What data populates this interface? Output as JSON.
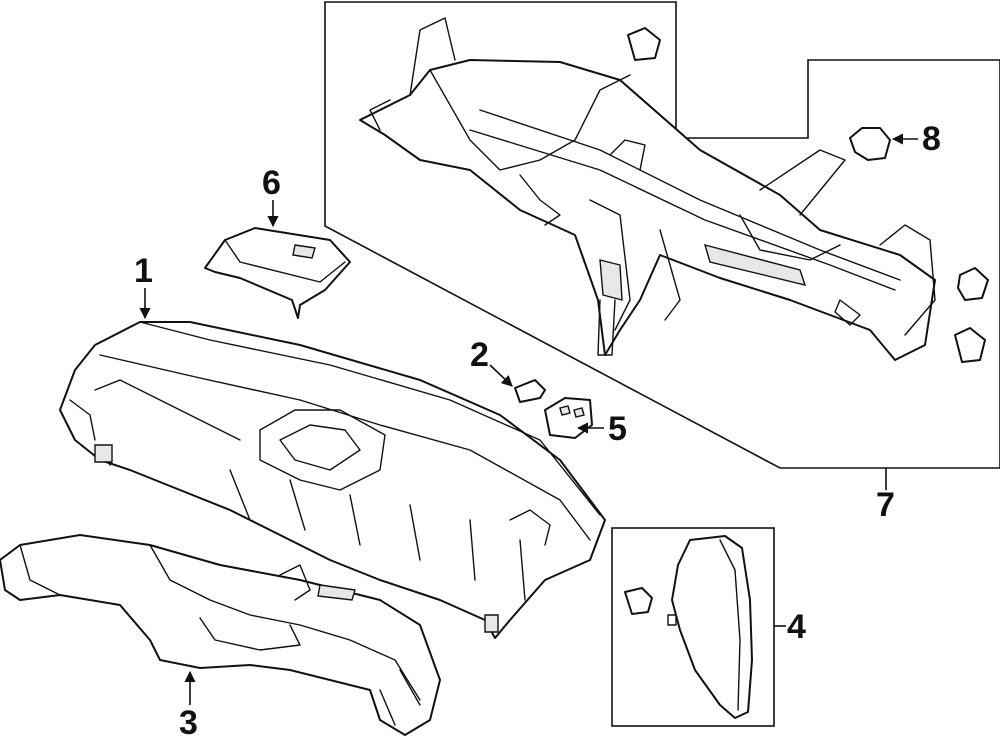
{
  "callouts": {
    "c1": "1",
    "c2": "2",
    "c3": "3",
    "c4": "4",
    "c5": "5",
    "c6": "6",
    "c7": "7",
    "c8": "8"
  },
  "colors": {
    "line": "#111111",
    "background": "#ffffff",
    "shade": "#e7e7e7"
  }
}
